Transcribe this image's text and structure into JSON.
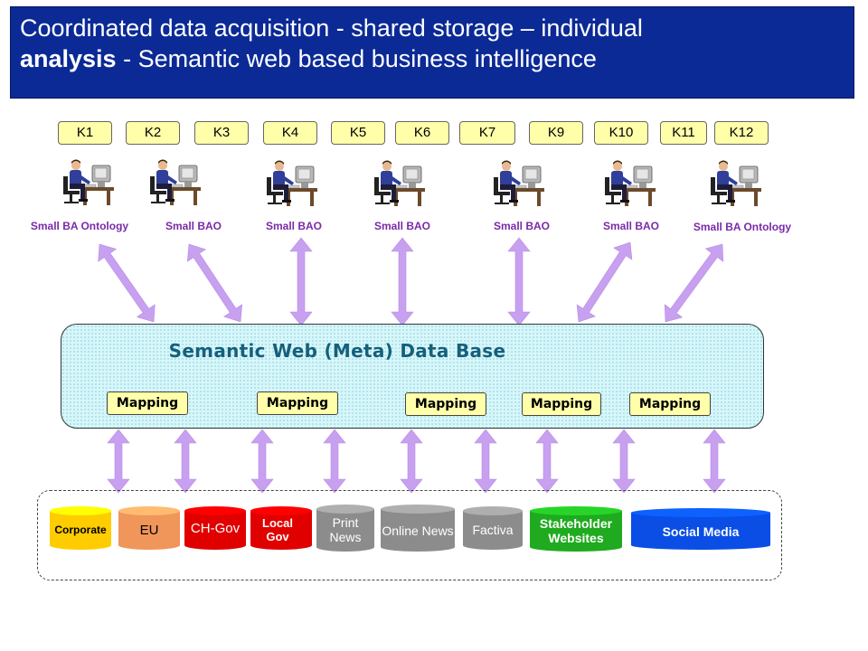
{
  "title": {
    "line1": "Coordinated data acquisition - shared storage – individual",
    "line2_bold": "analysis",
    "line2_rest": " - Semantic web based business intelligence"
  },
  "k_labels": [
    "K1",
    "K2",
    "K3",
    "K4",
    "K5",
    "K6",
    "K7",
    "K9",
    "K10",
    "K11",
    "K12"
  ],
  "bao_labels": [
    "Small BA Ontology",
    "Small BAO",
    "Small BAO",
    "Small BAO",
    "Small BAO",
    "Small BAO",
    "Small BA Ontology"
  ],
  "database": {
    "title": "Semantic Web (Meta) Data Base",
    "mappings": [
      "Mapping",
      "Mapping",
      "Mapping",
      "Mapping",
      "Mapping"
    ]
  },
  "sources": [
    {
      "label": "Corporate",
      "color": "#ffcc00"
    },
    {
      "label": "EU",
      "color": "#f0965a"
    },
    {
      "label": "CH-Gov",
      "color": "#e10000"
    },
    {
      "label": "Local Gov",
      "color": "#e10000"
    },
    {
      "label": "Print News",
      "color": "#8c8c8c"
    },
    {
      "label": "Online News",
      "color": "#8c8c8c"
    },
    {
      "label": "Factiva",
      "color": "#8c8c8c"
    },
    {
      "label": "Stakeholder Websites",
      "color": "#1faa1f"
    },
    {
      "label": "Social Media",
      "color": "#0a4ee6"
    }
  ],
  "colors": {
    "banner": "#0b2a96",
    "arrow": "#c8a0f0",
    "k_box": "#ffffaa",
    "bao_text": "#7a2aa8",
    "db_fill": "#d6f7fa",
    "db_title": "#15607c"
  }
}
